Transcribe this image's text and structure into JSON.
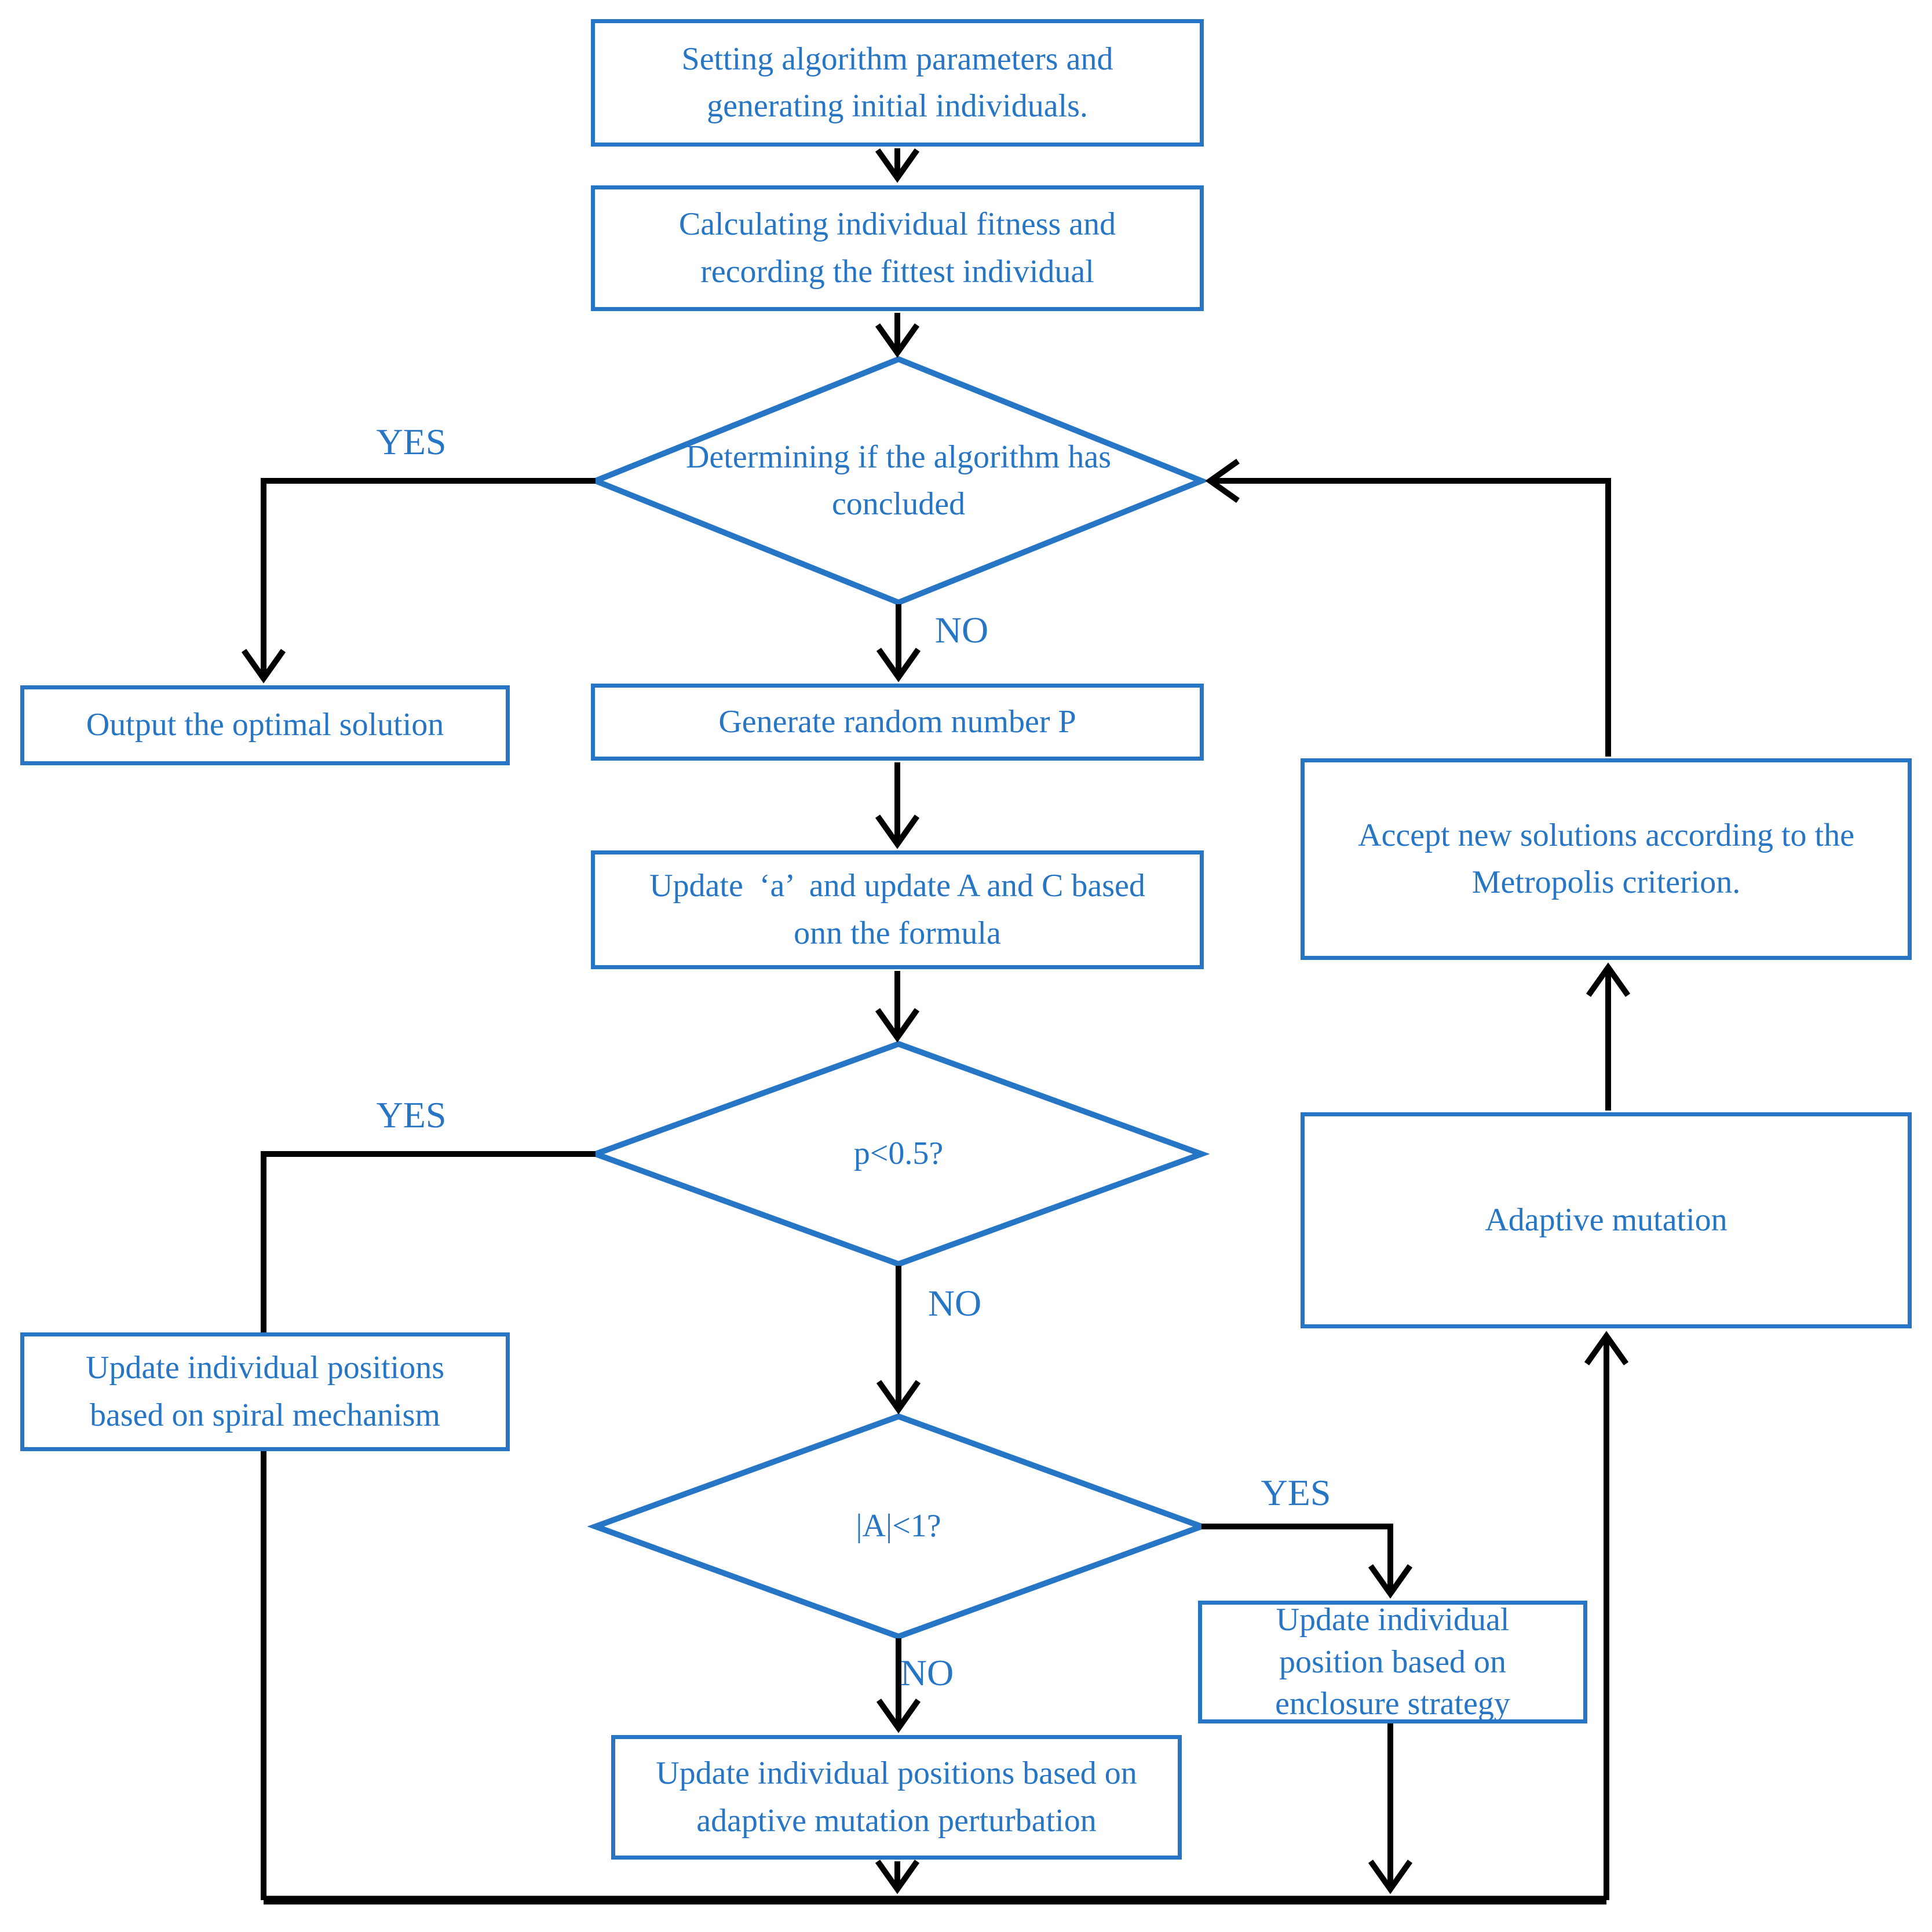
{
  "colors": {
    "accent": "#2776C6",
    "connector": "#000000",
    "background": "#ffffff"
  },
  "nodes": {
    "start": {
      "lines": [
        "Setting algorithm parameters and",
        "generating initial individuals."
      ]
    },
    "fitness": {
      "lines": [
        "Calculating individual fitness and",
        "recording the fittest individual"
      ]
    },
    "concluded": {
      "lines": [
        "Determining if the algorithm has",
        "concluded"
      ]
    },
    "output": {
      "lines": [
        "Output the optimal solution"
      ]
    },
    "generate": {
      "lines": [
        "Generate random number P"
      ]
    },
    "update_a": {
      "lines": [
        "Update  ‘a’  and update A and C based",
        "onn the formula"
      ]
    },
    "p_check": {
      "lines": [
        "p<0.5?"
      ]
    },
    "spiral": {
      "lines": [
        "Update individual positions",
        "based on spiral mechanism"
      ]
    },
    "a_check": {
      "lines": [
        "|A|<1?"
      ]
    },
    "enclosure": {
      "lines": [
        "Update individual",
        "position based on",
        "enclosure strategy"
      ]
    },
    "perturb": {
      "lines": [
        "Update individual positions based on",
        "adaptive mutation perturbation"
      ]
    },
    "adaptive": {
      "lines": [
        "Adaptive mutation"
      ]
    },
    "accept": {
      "lines": [
        "Accept new solutions according to the",
        "Metropolis criterion."
      ]
    }
  },
  "labels": {
    "concluded_yes": "YES",
    "concluded_no": "NO",
    "p_yes": "YES",
    "p_no": "NO",
    "a_yes": "YES",
    "a_no": "NO"
  }
}
